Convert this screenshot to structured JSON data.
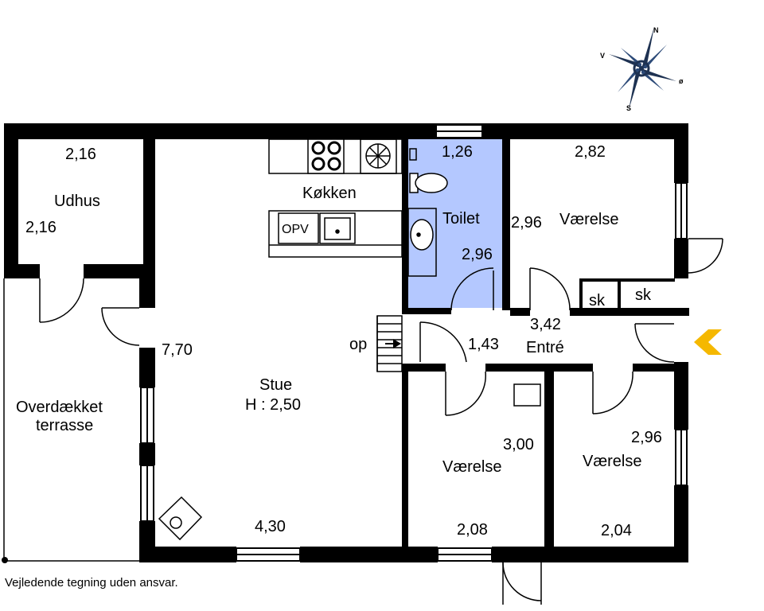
{
  "rooms": {
    "udhus": {
      "label": "Udhus",
      "dim_top": "2,16",
      "dim_side": "2,16"
    },
    "kokken": {
      "label": "Køkken",
      "opv": "OPV"
    },
    "toilet": {
      "label": "Toilet",
      "dim_top": "1,26",
      "dim_side": "2,96"
    },
    "vaerelse_ne": {
      "label": "Værelse",
      "dim_top": "2,82",
      "dim_side": "2,96"
    },
    "sk1": {
      "label": "sk"
    },
    "sk2": {
      "label": "sk"
    },
    "entre": {
      "label": "Entré",
      "dim_top": "3,42",
      "dim_side": "1,43"
    },
    "stairs": {
      "label": "op"
    },
    "stue": {
      "label": "Stue",
      "height": "H : 2,50",
      "dim_side": "7,70",
      "dim_bottom": "4,30"
    },
    "terrasse": {
      "label_line1": "Overdækket",
      "label_line2": "terrasse"
    },
    "vaerelse_s": {
      "label": "Værelse",
      "dim_side": "3,00",
      "dim_bottom": "2,08"
    },
    "vaerelse_se": {
      "label": "Værelse",
      "dim_side": "2,96",
      "dim_bottom": "2,04"
    }
  },
  "compass": {
    "n": "N",
    "s": "S",
    "v": "V",
    "o": "ø"
  },
  "colors": {
    "toilet_fill": "#b4c8ff",
    "entrance_arrow": "#f5b800",
    "wall": "#000000"
  },
  "disclaimer": "Vejledende tegning uden ansvar."
}
